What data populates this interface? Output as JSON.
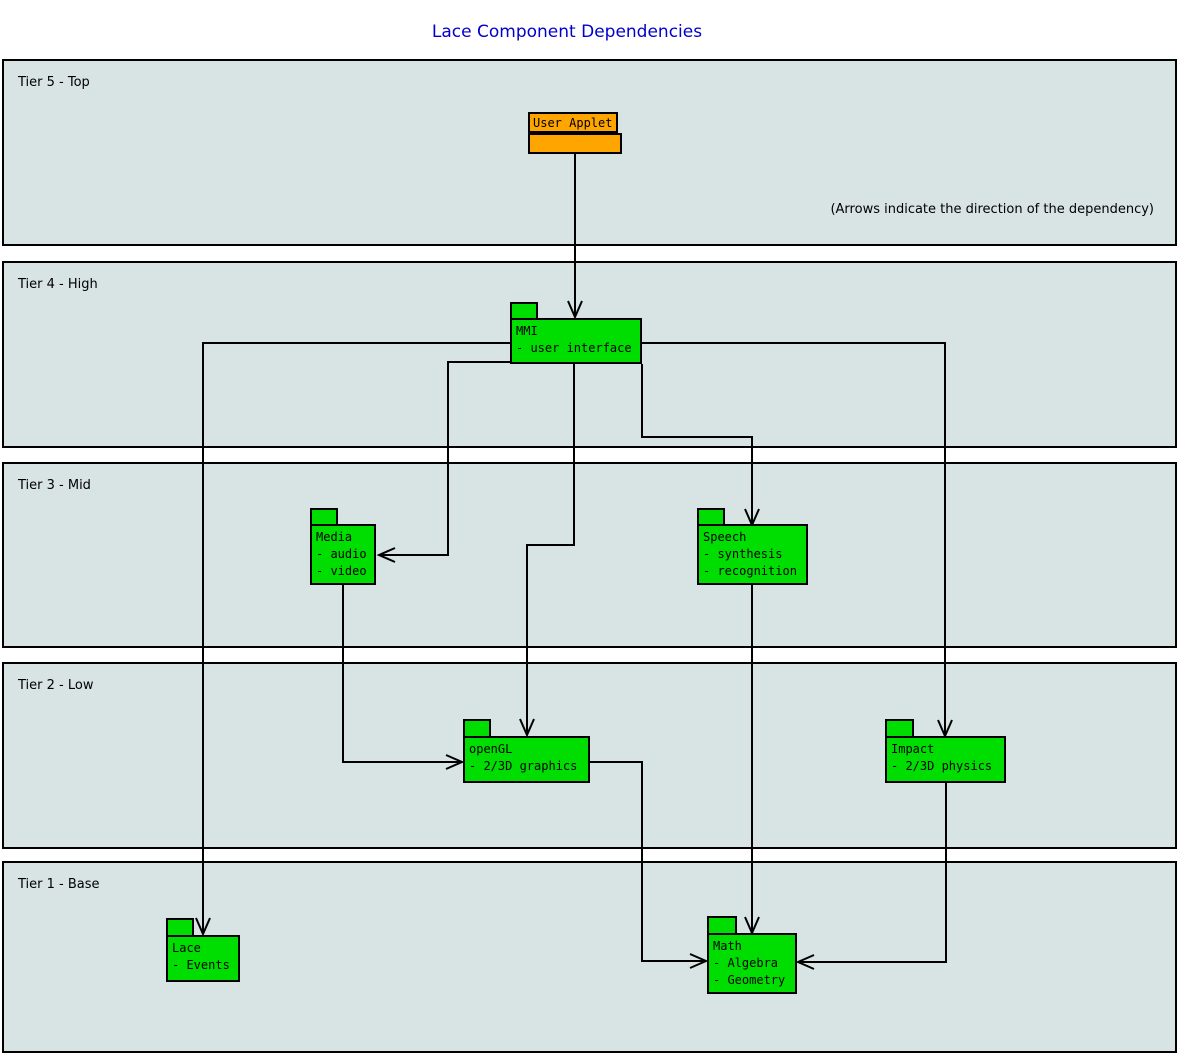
{
  "title": "Lace Component Dependencies",
  "annotation": "(Arrows indicate the direction of the dependency)",
  "colors": {
    "title_text": "#0000cc",
    "tier_fill": "#d8e3e3",
    "node_green": "#00dd00",
    "node_orange": "#ffa500",
    "line": "#000000"
  },
  "tiers": [
    {
      "label": "Tier 5 - Top"
    },
    {
      "label": "Tier 4 - High"
    },
    {
      "label": "Tier 3 - Mid"
    },
    {
      "label": "Tier 2 - Low"
    },
    {
      "label": "Tier 1 - Base"
    }
  ],
  "nodes": {
    "user_applet": {
      "title": "User Applet",
      "lines": []
    },
    "mmi": {
      "title": "MMI",
      "lines": [
        "- user interface"
      ]
    },
    "media": {
      "title": "Media",
      "lines": [
        "- audio",
        "- video"
      ]
    },
    "speech": {
      "title": "Speech",
      "lines": [
        "- synthesis",
        "- recognition"
      ]
    },
    "opengl": {
      "title": "openGL",
      "lines": [
        "- 2/3D graphics"
      ]
    },
    "impact": {
      "title": "Impact",
      "lines": [
        "- 2/3D physics"
      ]
    },
    "lace": {
      "title": "Lace",
      "lines": [
        "- Events"
      ]
    },
    "math": {
      "title": "Math",
      "lines": [
        "- Algebra",
        "- Geometry"
      ]
    }
  },
  "edges": [
    {
      "from": "User Applet",
      "to": "MMI"
    },
    {
      "from": "MMI",
      "to": "Lace"
    },
    {
      "from": "MMI",
      "to": "Media"
    },
    {
      "from": "MMI",
      "to": "Speech"
    },
    {
      "from": "MMI",
      "to": "openGL"
    },
    {
      "from": "MMI",
      "to": "Impact"
    },
    {
      "from": "Media",
      "to": "openGL"
    },
    {
      "from": "openGL",
      "to": "Math"
    },
    {
      "from": "Speech",
      "to": "Math"
    },
    {
      "from": "Impact",
      "to": "Math"
    }
  ]
}
